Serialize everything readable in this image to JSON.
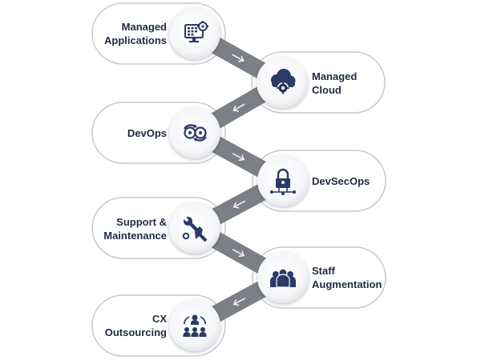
{
  "colors": {
    "navy": "#2b3a67",
    "outline": "#c4c9d3",
    "connector": "#7c7f85",
    "arrow": "#ffffff",
    "text": "#1f2a44"
  },
  "services": [
    {
      "label_lines": [
        "Managed",
        "Applications"
      ],
      "icon": "monitor-gear-icon"
    },
    {
      "label_lines": [
        "Managed",
        "Cloud"
      ],
      "icon": "cloud-gear-icon"
    },
    {
      "label_lines": [
        "DevOps"
      ],
      "icon": "gears-cycle-icon"
    },
    {
      "label_lines": [
        "DevSecOps"
      ],
      "icon": "padlock-network-icon"
    },
    {
      "label_lines": [
        "Support &",
        "Maintenance"
      ],
      "icon": "wrench-hand-icon"
    },
    {
      "label_lines": [
        "Staff",
        "Augmentation"
      ],
      "icon": "team-people-icon"
    },
    {
      "label_lines": [
        "CX",
        "Outsourcing"
      ],
      "icon": "customer-network-icon"
    }
  ]
}
